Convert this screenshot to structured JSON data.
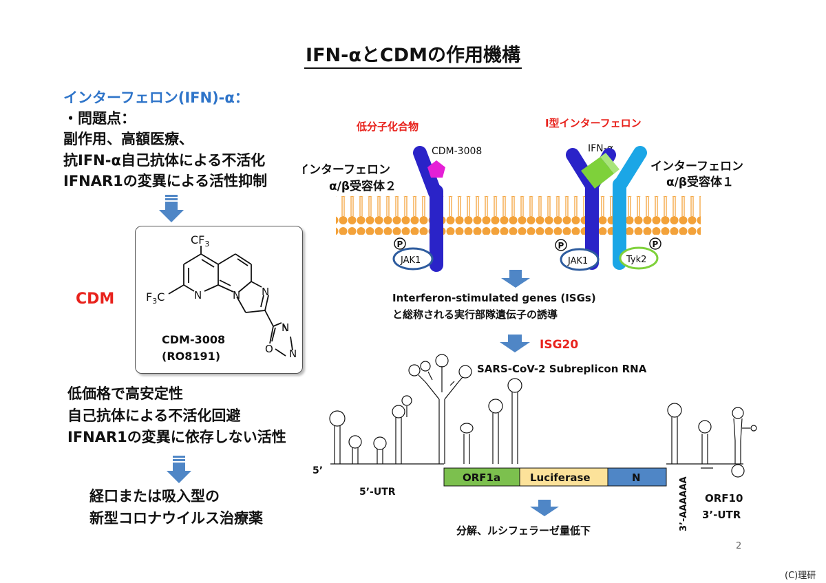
{
  "title": "IFN-αとCDMの作用機構",
  "left": {
    "ifn_heading": "インターフェロン(IFN)-α：",
    "problems_heading": "・問題点：",
    "problem_lines": [
      "副作用、高額医療、",
      "抗IFN-α自己抗体による不活化",
      "IFNAR1の変異による活性抑制"
    ],
    "cdm_label": "CDM",
    "compound_name": "CDM-3008",
    "compound_code": "(RO8191)",
    "benefit_lines": [
      "低価格で高安定性",
      "自己抗体による不活化回避",
      "IFNAR1の変異に依存しない活性"
    ],
    "result_lines": [
      "経口または吸入型の",
      "新型コロナウイルス治療薬"
    ]
  },
  "structure": {
    "cf3_top": "CF",
    "cf3_left": "F",
    "sub3": "3",
    "c_letter": "C",
    "n1": "N",
    "n2": "N",
    "n3": "N",
    "n4": "N",
    "n5": "N",
    "o1": "O"
  },
  "diagram": {
    "small_molecule_label": "低分子化合物",
    "type1_ifn_label": "Ⅰ型インターフェロン",
    "cdm_3008_label": "CDM-3008",
    "ifn_alpha_label": "IFN-α",
    "receptor2_line1": "インターフェロン",
    "receptor2_line2": "α/β受容体２",
    "receptor1_line1": "インターフェロン",
    "receptor1_line2": "α/β受容体１",
    "phospho": "P",
    "jak1": "JAK1",
    "tyk2": "Tyk2",
    "isg_line1": "Interferon-stimulated genes (ISGs)",
    "isg_line2": "と総称される実行部隊遺伝子の誘導",
    "isg20": "ISG20",
    "replicon_title": "SARS-CoV-2 Subreplicon RNA",
    "five_prime": "5’",
    "five_utr": "5’-UTR",
    "orf1a": "ORF1a",
    "luciferase": "Luciferase",
    "n_segment": "N",
    "poly_a": "3’-AAAAAA",
    "orf10": "ORF10",
    "three_utr": "3’-UTR",
    "degradation": "分解、ルシフェラーゼ量低下"
  },
  "colors": {
    "heading_blue": "#2E74C9",
    "red": "#E8221C",
    "membrane_orange": "#F3A23A",
    "receptor_dark_blue": "#2A23C8",
    "receptor_light_blue": "#1BA6E6",
    "ifn_green": "#7ED13A",
    "cdm_magenta": "#E51FD6",
    "arrow_blue": "#4F86C6",
    "orf1a_green": "#7CC04E",
    "luciferase_yellow": "#FCE29A",
    "n_blue": "#4F86C6"
  },
  "page_number": "2",
  "credit": "(C)理研"
}
